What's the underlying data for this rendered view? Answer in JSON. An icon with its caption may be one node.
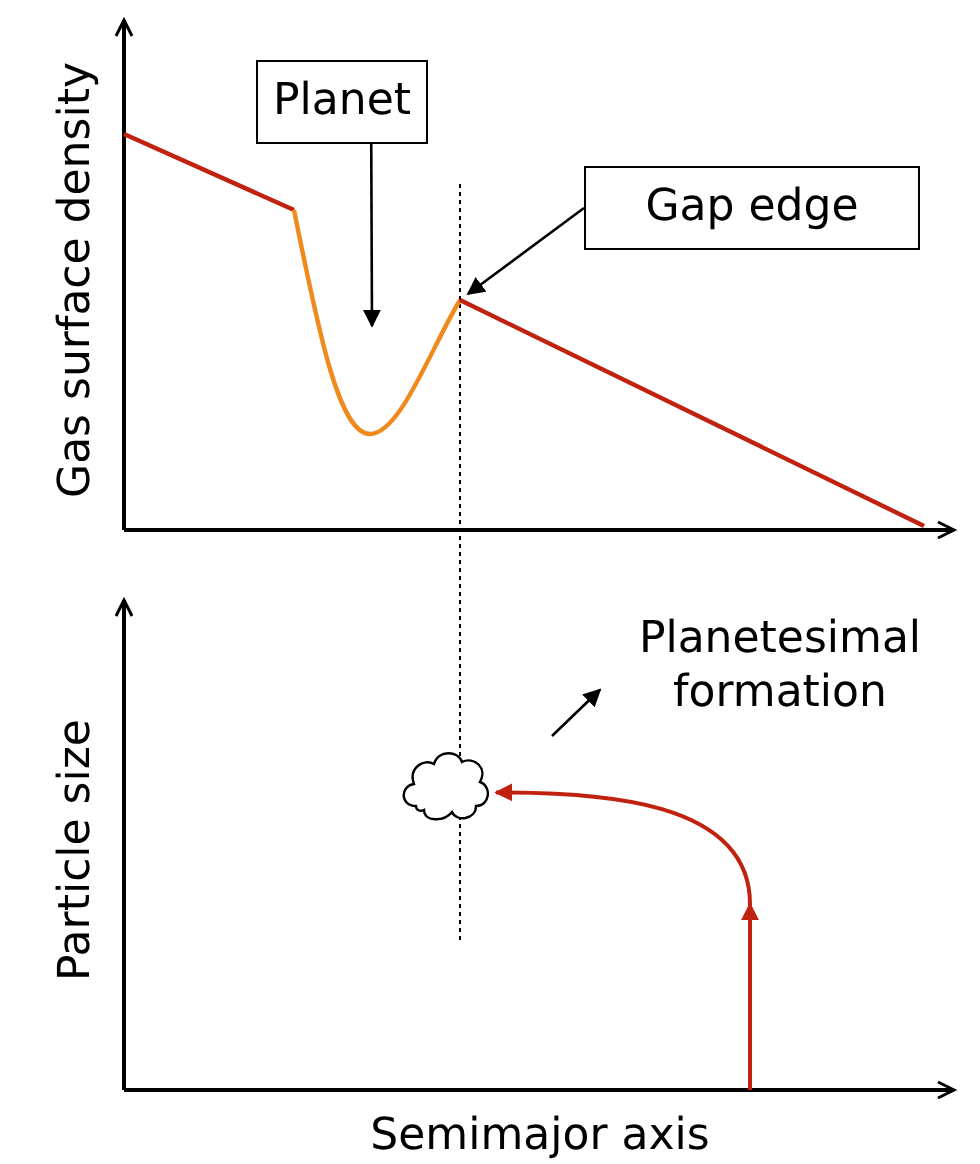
{
  "diagram": {
    "nodes": [
      {
        "text": [
          "Planet"
        ]
      },
      {
        "text": [
          "Gap edge"
        ]
      },
      {
        "text": [
          "Planetesimal formation"
        ]
      },
      {
        "text": [],
        "shape": "cloud"
      }
    ],
    "edges": [
      {
        "from": 0,
        "to": null,
        "arrow": "to"
      },
      {
        "from": 1,
        "to": null,
        "arrow": "to"
      },
      {
        "from": null,
        "to": 2,
        "arrow": "to"
      },
      {
        "from": null,
        "to": 3,
        "arrow": "to",
        "color": "#c0220f"
      }
    ],
    "labels": [
      "Gas surface density",
      "Particle size",
      "Semimajor axis"
    ]
  }
}
